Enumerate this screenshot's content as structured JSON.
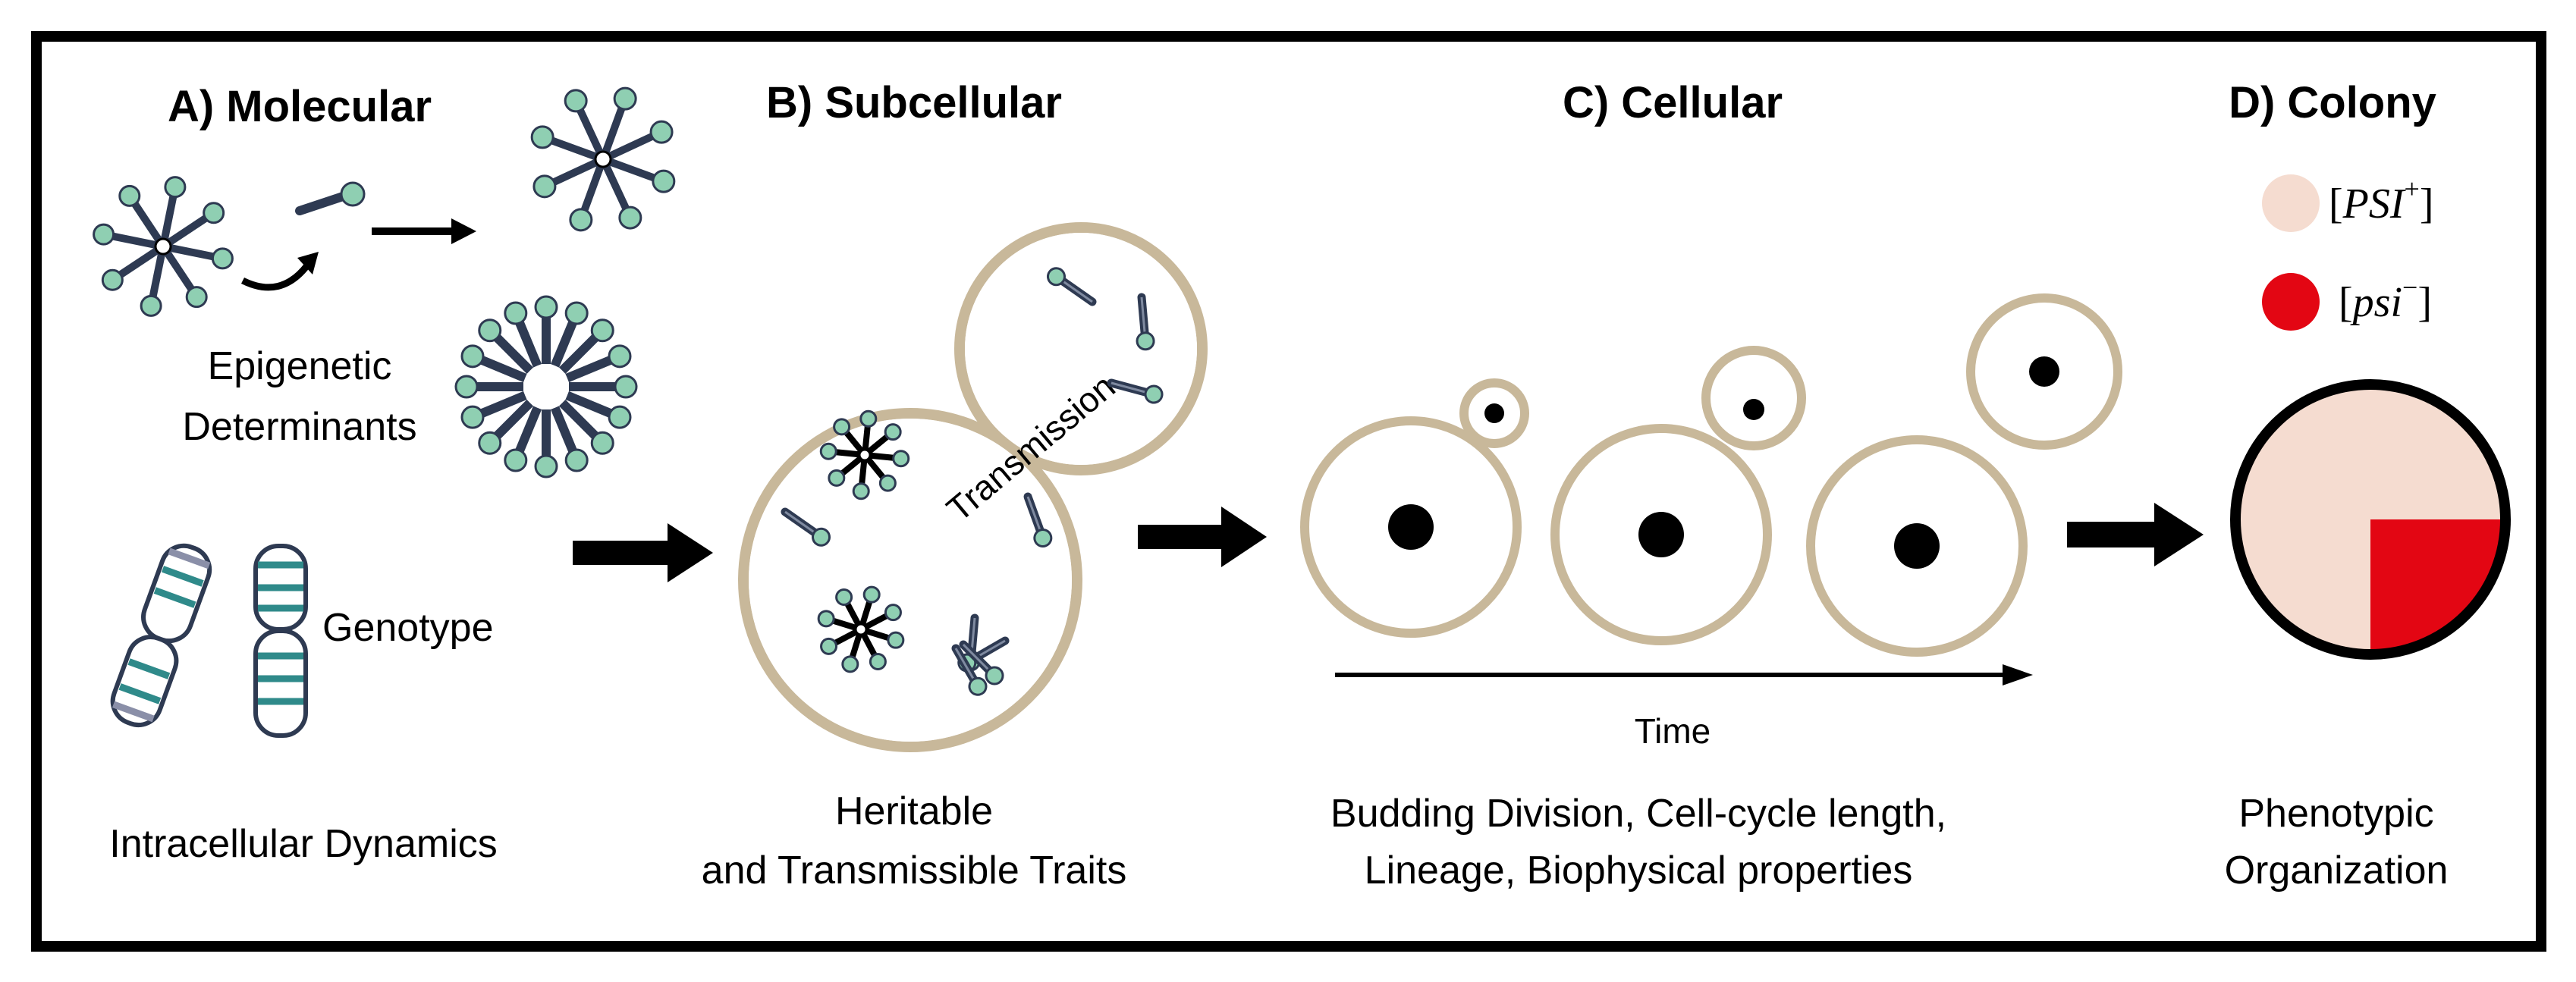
{
  "panels": {
    "molecular": {
      "title": "A) Molecular",
      "label_epigenetic_line1": "Epigenetic",
      "label_epigenetic_line2": "Determinants",
      "label_genotype": "Genotype",
      "caption": "Intracellular Dynamics"
    },
    "subcellular": {
      "title": "B) Subcellular",
      "bud_label": "Transmission",
      "caption_line1": "Heritable",
      "caption_line2": "and Transmissible Traits"
    },
    "cellular": {
      "title": "C) Cellular",
      "axis_label": "Time",
      "caption_line1": "Budding Division, Cell-cycle length,",
      "caption_line2": "Lineage, Biophysical properties"
    },
    "colony": {
      "title": "D) Colony",
      "legend": [
        {
          "state": "PSI",
          "superscript": "+",
          "color": "#f5dcd0"
        },
        {
          "state": "psi",
          "superscript": "−",
          "color": "#e30613"
        }
      ],
      "caption_line1": "Phenotypic",
      "caption_line2": "Organization"
    }
  },
  "colors": {
    "cell_wall": "#c8b89a",
    "prion_head": "#8fcfb2",
    "prion_stalk": "#2e3a52",
    "chromosome_band": "#2f8a8a",
    "psi_plus": "#f5dcd0",
    "psi_minus": "#e30613"
  }
}
